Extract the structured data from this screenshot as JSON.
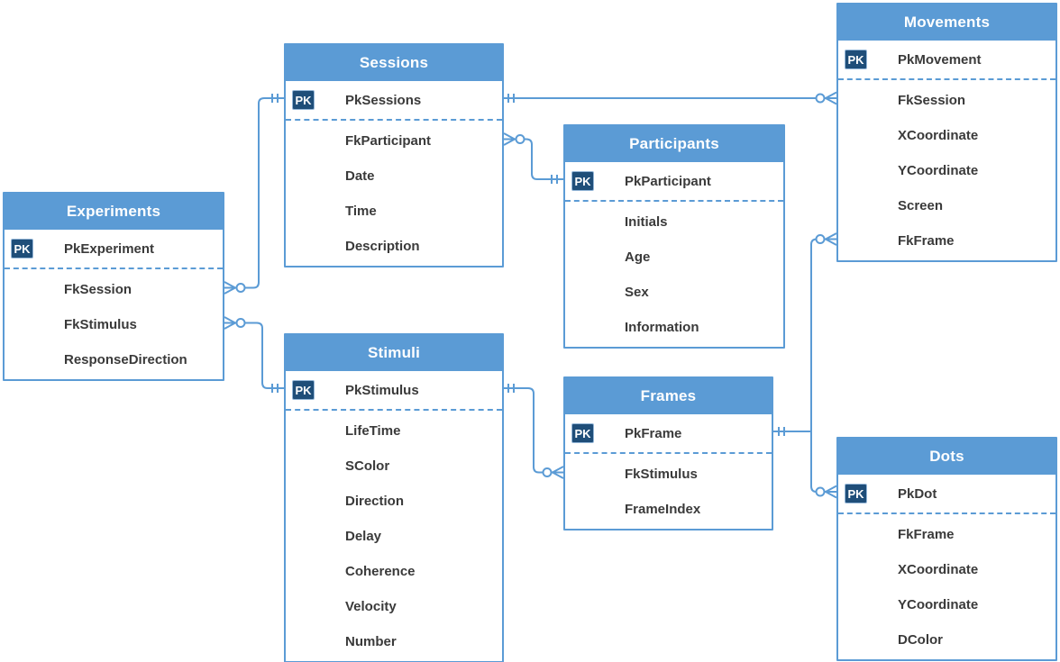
{
  "pk_badge_label": "PK",
  "colors": {
    "header_fill": "#5B9BD5",
    "box_border": "#5B9BD5",
    "connector": "#5B9BD5",
    "pk_badge_fill": "#1F4E79",
    "pk_badge_text": "#FFFFFF",
    "header_text": "#FFFFFF",
    "field_text": "#3A3A3A"
  },
  "tables": {
    "experiments": {
      "title": "Experiments",
      "rows": [
        {
          "label": "PkExperiment",
          "pk": true
        },
        {
          "label": "FkSession"
        },
        {
          "label": "FkStimulus"
        },
        {
          "label": "ResponseDirection"
        }
      ]
    },
    "sessions": {
      "title": "Sessions",
      "rows": [
        {
          "label": "PkSessions",
          "pk": true
        },
        {
          "label": "FkParticipant"
        },
        {
          "label": "Date"
        },
        {
          "label": "Time"
        },
        {
          "label": "Description"
        }
      ]
    },
    "participants": {
      "title": "Participants",
      "rows": [
        {
          "label": "PkParticipant",
          "pk": true
        },
        {
          "label": "Initials"
        },
        {
          "label": "Age"
        },
        {
          "label": "Sex"
        },
        {
          "label": "Information"
        }
      ]
    },
    "stimuli": {
      "title": "Stimuli",
      "rows": [
        {
          "label": "PkStimulus",
          "pk": true
        },
        {
          "label": "LifeTime"
        },
        {
          "label": "SColor"
        },
        {
          "label": "Direction"
        },
        {
          "label": "Delay"
        },
        {
          "label": "Coherence"
        },
        {
          "label": "Velocity"
        },
        {
          "label": "Number"
        }
      ]
    },
    "frames": {
      "title": "Frames",
      "rows": [
        {
          "label": "PkFrame",
          "pk": true
        },
        {
          "label": "FkStimulus"
        },
        {
          "label": "FrameIndex"
        }
      ]
    },
    "movements": {
      "title": "Movements",
      "rows": [
        {
          "label": "PkMovement",
          "pk": true
        },
        {
          "label": "FkSession"
        },
        {
          "label": "XCoordinate"
        },
        {
          "label": "YCoordinate"
        },
        {
          "label": "Screen"
        },
        {
          "label": "FkFrame"
        }
      ]
    },
    "dots": {
      "title": "Dots",
      "rows": [
        {
          "label": "PkDot",
          "pk": true
        },
        {
          "label": "FkFrame"
        },
        {
          "label": "XCoordinate"
        },
        {
          "label": "YCoordinate"
        },
        {
          "label": "DColor"
        }
      ]
    }
  },
  "relationships": [
    {
      "one_end": "Sessions.PkSessions",
      "many_end": "Experiments.FkSession",
      "one_marker": "one-and-only-one",
      "many_marker": "zero-or-many"
    },
    {
      "one_end": "Stimuli.PkStimulus",
      "many_end": "Experiments.FkStimulus",
      "one_marker": "one-and-only-one",
      "many_marker": "zero-or-many"
    },
    {
      "one_end": "Sessions.PkSessions",
      "many_end": "Movements.FkSession",
      "one_marker": "one-and-only-one",
      "many_marker": "zero-or-many"
    },
    {
      "one_end": "Participants.PkParticipant",
      "many_end": "Sessions.FkParticipant",
      "one_marker": "one-and-only-one",
      "many_marker": "zero-or-many"
    },
    {
      "one_end": "Stimuli.PkStimulus",
      "many_end": "Frames.FkStimulus",
      "one_marker": "one-and-only-one",
      "many_marker": "zero-or-many"
    },
    {
      "one_end": "Frames.PkFrame",
      "many_end": "Movements.FkFrame",
      "one_marker": "one-and-only-one",
      "many_marker": "zero-or-many"
    },
    {
      "one_end": "Frames.PkFrame",
      "many_end": "Dots.PkDot",
      "one_marker": "one-and-only-one",
      "many_marker": "zero-or-many"
    }
  ]
}
